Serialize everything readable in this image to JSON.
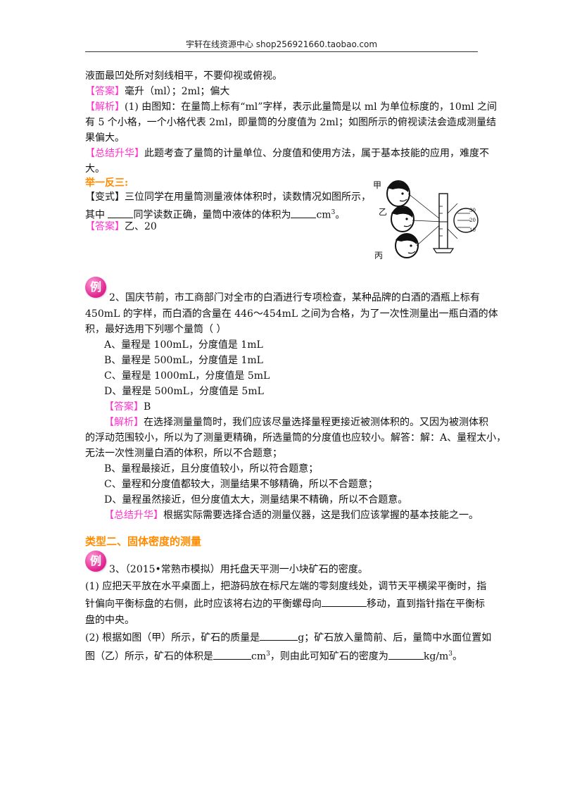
{
  "header": {
    "text": "宇轩在线资源中心   shop256921660.taobao.com"
  },
  "q1": {
    "line1": "液面最凹处所对刻线相平，不要仰视或俯视。",
    "answer_tag": "【答案】",
    "answer_text": "毫升（ml）；2ml；偏大",
    "analysis_tag": "【解析】",
    "analysis_l1": "(1) 由图知：在量筒上标有“ml”字样，表示此量筒是以 ml 为单位标度的，10ml 之间",
    "analysis_l2": "有 5 个小格，一个小格代表 2ml，即量筒的分度值为 2ml；如图所示的俯视读法会造成测量结",
    "analysis_l3": "果偏大。",
    "summary_tag": "【总结升华】",
    "summary_l1": "此题考查了量筒的计量单位、分度值和使用方法，属于基本技能的应用，难度不",
    "summary_l2": "大。"
  },
  "variant": {
    "heading": "举一反三:",
    "line1": "【变式】三位同学在用量筒测量液体体积时，读数情况如图所示，",
    "line2_a": "其中 ",
    "line2_b": "同学读数正确，量筒中液体的体积为",
    "line2_unit": "cm",
    "line2_sup": "3",
    "line2_end": "。",
    "answer_tag": "【答案】",
    "answer_text": "乙、20",
    "figure": {
      "label_a": "甲",
      "label_b": "乙",
      "label_c": "丙",
      "scale_30": "30",
      "scale_20": "20",
      "scale_10": "10"
    }
  },
  "q2": {
    "badge": "例",
    "line1": "2、国庆节前，市工商部门对全市的白酒进行专项检查，某种品牌的白酒的酒瓶上标有",
    "line2": "450mL 的字样，而白酒的含量在 446～454mL 之间为合格，为了一次性测量出一瓶白酒的体",
    "line3": "积，最好选用下列哪个量筒（        ）",
    "options": [
      "A、量程是 100mL，分度值是 1mL",
      "B、量程是 500mL，分度值是 1mL",
      "C、量程是 1000mL，分度值是 5mL",
      "D、量程是 500mL，分度值是 5mL"
    ],
    "answer_tag": "【答案】",
    "answer_text": "B",
    "analysis_tag": "【解析】",
    "analysis_l1": "在选择测量量筒时，我们应该尽量选择量程更接近被测体积的。又因为被测体积",
    "analysis_l2": "的浮动范围较小，所以为了测量更精确，所选量筒的分度值也应较小。解答：解：A、量程太小，",
    "analysis_l3": "无法一次性测量白酒的体积，所以不合题意；",
    "analysis_l4": "B、量程最接近，且分度值较小，所以符合题意；",
    "analysis_l5": "C、量程和分度值都较大，测量结果不够精确，所以不合题意；",
    "analysis_l6": "D、量程虽然接近，但分度值太大，测量结果不精确，所以不合题意。",
    "summary_tag": "【总结升华】",
    "summary_text": "根据实际需要选择合适的测量仪器，这是我们应该掌握的基本技能之一。"
  },
  "section2": {
    "title": "类型二、固体密度的测量"
  },
  "q3": {
    "badge": "例",
    "line1": "3、（2015•常熟市模拟）用托盘天平测一小块矿石的密度。",
    "p1_l1": "(1) 应把天平放在水平桌面上，把游码放在标尺左端的零刻度线处，调节天平横梁平衡时，指",
    "p1_l2a": "针偏向平衡标盘的右侧，此时应该将右边的平衡螺母向",
    "p1_l2b": "移动，直到指针指在平衡标",
    "p1_l3": "盘的中央。",
    "p2_l1a": "(2) 根据如图（甲）所示，矿石的质量是",
    "p2_l1b": "g；矿石放入量筒前、后，量筒中水面位置如",
    "p2_l2a": "图（乙）所示，矿石的体积是",
    "p2_l2_unit": "cm",
    "p2_l2_sup": "3",
    "p2_l2b": "，则由此可知矿石的密度为",
    "p2_l2_unit2": "kg/m",
    "p2_l2_sup2": "3",
    "p2_l2_end": "。"
  }
}
